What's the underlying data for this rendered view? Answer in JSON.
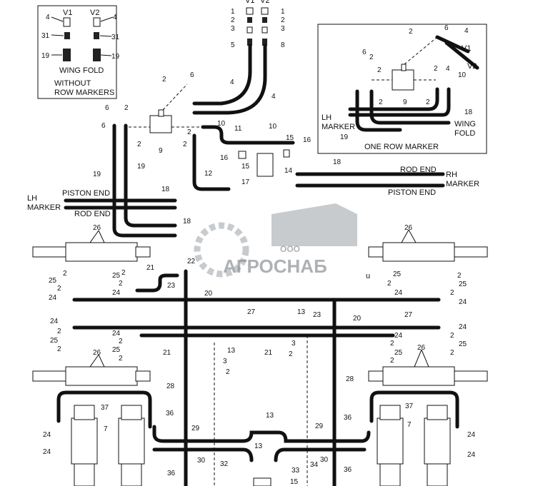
{
  "inset_without_markers": {
    "labels": [
      "V1",
      "V2"
    ],
    "caption_1": "WING FOLD",
    "caption_2": "WITHOUT",
    "caption_3": "ROW MARKERS",
    "callouts": [
      "4",
      "4",
      "31",
      "31",
      "19",
      "19"
    ]
  },
  "inset_one_row_marker": {
    "caption": "ONE ROW MARKER",
    "lh_label_1": "LH",
    "lh_label_2": "MARKER",
    "wing_label_1": "WING",
    "wing_label_2": "FOLD",
    "v1": "V1",
    "v2": "V2",
    "callouts": [
      "2",
      "6",
      "4",
      "4",
      "2",
      "6",
      "2",
      "2",
      "10",
      "2",
      "9",
      "2",
      "18",
      "19"
    ]
  },
  "main": {
    "top_v_labels": [
      "V1",
      "V2"
    ],
    "lh_marker_1": "LH",
    "lh_marker_2": "MARKER",
    "piston_end_left": "PISTON END",
    "rod_end_left": "ROD END",
    "rod_end_right": "ROD END",
    "piston_end_right": "PISTON END",
    "rh_marker_1": "RH",
    "rh_marker_2": "MARKER"
  },
  "watermark": {
    "brand": "АГРОСНАБ",
    "prefix": "ООО"
  },
  "stray_glyph": "u",
  "callouts": {
    "c1": "1",
    "c2": "2",
    "c3": "3",
    "c4": "4",
    "c5": "5",
    "c6": "6",
    "c8": "8",
    "c9": "9",
    "c10": "10",
    "c11": "11",
    "c12": "12",
    "c13": "13",
    "c14": "14",
    "c15": "15",
    "c16": "16",
    "c17": "17",
    "c18": "18",
    "c19": "19",
    "c20": "20",
    "c21": "21",
    "c22": "22",
    "c23": "23",
    "c24": "24",
    "c25": "25",
    "c26": "26",
    "c27": "27",
    "c28": "28",
    "c29": "29",
    "c30": "30",
    "c32": "32",
    "c33": "33",
    "c34": "34",
    "c36": "36",
    "c37": "37",
    "c7": "7"
  }
}
